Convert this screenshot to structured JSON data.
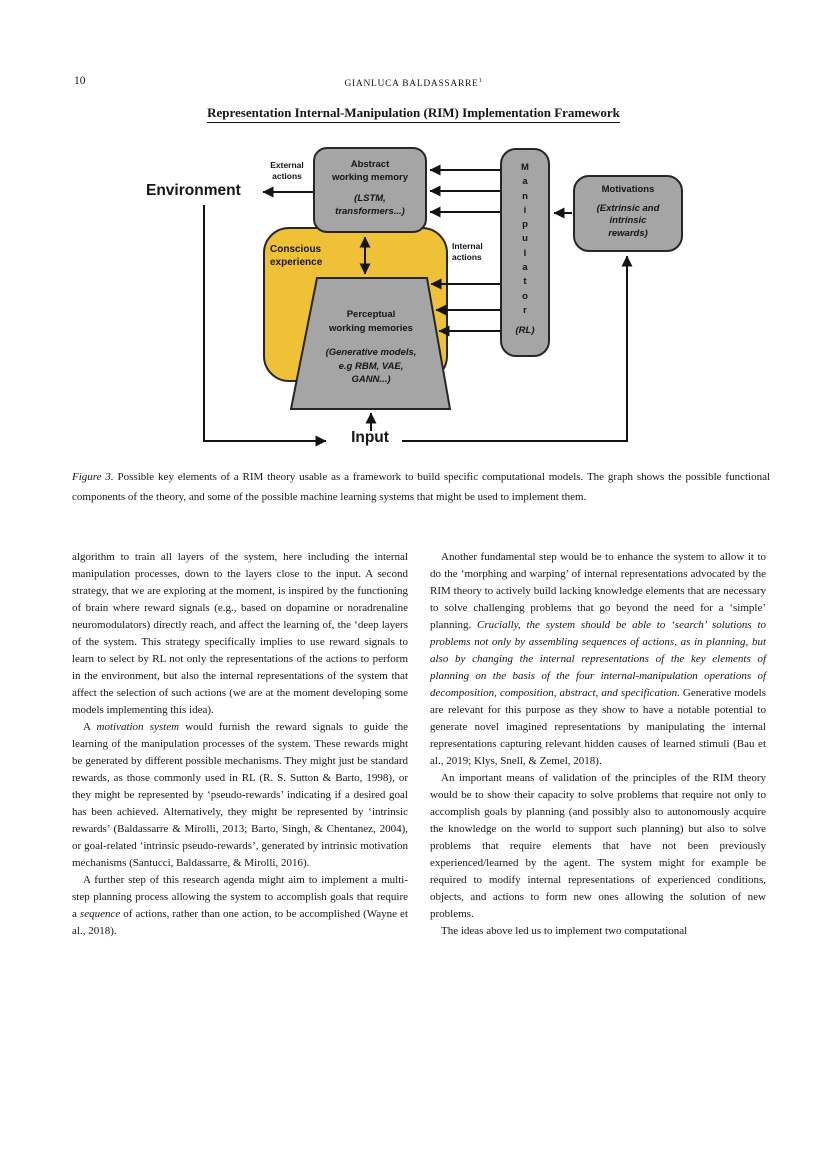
{
  "colors": {
    "box_gray": "#a5a5a5",
    "accent_yellow": "#efc137",
    "border_dark": "#262626",
    "arrow_ink": "#141414"
  },
  "page": {
    "page_number": "10",
    "running_head": "GIANLUCA BALDASSARRE",
    "running_head_superscript": "1"
  },
  "figure": {
    "title": "Representation Internal-Manipulation (RIM) Implementation Framework",
    "diagram": {
      "environment_label": "Environment",
      "input_label": "Input",
      "external_actions_label": "External\nactions",
      "internal_actions_label": "Internal\nactions",
      "conscious_label": "Conscious\nexperience",
      "abstract_wm": {
        "title": "Abstract\nworking memory",
        "subtitle": "(LSTM,\ntransformers...)"
      },
      "perceptual_wm": {
        "title": "Perceptual\nworking memories",
        "subtitle": "(Generative models,\ne.g RBM, VAE,\nGANN...)"
      },
      "manipulator": {
        "letters": "M\na\nn\ni\np\nu\nl\na\nt\no\nr",
        "subtitle": "(RL)"
      },
      "motivations": {
        "title": "Motivations",
        "subtitle": "(Extrinsic and\nintrinsic\nrewards)"
      }
    },
    "caption_runs": [
      {
        "t": "Figure 3.",
        "i": true
      },
      {
        "t": "  Possible key elements of a RIM theory usable as a framework to build specific computational models.  The graph shows the possible functional components of the theory, and some of the possible machine learning systems that might be used to implement them."
      }
    ]
  },
  "body": {
    "left_column": {
      "p1_runs": [
        {
          "t": "algorithm to train all layers of the system, here including the internal manipulation processes, down to the layers close to the input.  A second strategy, that we are exploring at the moment, is inspired by the functioning of brain where reward signals (e.g., based on dopamine or noradrenaline neuromodulators) directly reach, and affect the learning of, the ‘deep layers of the system. This strategy specifically implies to use reward signals to learn to select by RL not only the representations of the actions to perform in the environment, but also the internal representations of the system that affect the selection of such actions (we are at the moment developing some models implementing this idea)."
        }
      ],
      "p2_runs": [
        {
          "t": "A "
        },
        {
          "t": "motivation system",
          "i": true
        },
        {
          "t": " would furnish the reward signals to guide the learning of the manipulation processes of the system.  These rewards might be generated by different possible mechanisms.  They might just be standard rewards, as those commonly used in RL (R. S. Sutton & Barto, 1998), or they might be represented by ‘pseudo-rewards’ indicating if a desired goal has been achieved.  Alternatively, they might be represented by ‘intrinsic rewards’ (Baldassarre & Mirolli, 2013; Barto, Singh, & Chentanez, 2004), or goal-related ‘intrinsic pseudo-rewards’, generated by intrinsic motivation mechanisms (Santucci, Baldassarre, & Mirolli, 2016)."
        }
      ],
      "p3_runs": [
        {
          "t": "A further step of this research agenda might aim to implement a multi-step planning process allowing the system to accomplish goals that require a "
        },
        {
          "t": "sequence",
          "i": true
        },
        {
          "t": " of actions, rather than one action, to be accomplished (Wayne et al., 2018)."
        }
      ]
    },
    "right_column": {
      "p1_runs": [
        {
          "t": "Another fundamental step would be to enhance the system to allow it to do the ‘morphing and warping’ of internal representations advocated by the RIM theory to actively build lacking knowledge elements that are necessary to solve challenging problems that go beyond the need for a ‘simple’ planning.  "
        },
        {
          "t": "Crucially, the system should be able to ‘search’ solutions to problems not only by assembling sequences of actions, as in planning, but also by changing the internal representations of the key elements of planning on the basis of the four internal-manipulation operations of decomposition, composition, abstract, and specification.",
          "i": true
        },
        {
          "t": "  Generative models are relevant for this purpose as they show to have a notable potential to generate novel imagined representations by manipulating the internal representations capturing relevant hidden causes of learned stimuli (Bau et al., 2019; Klys, Snell, & Zemel, 2018)."
        }
      ],
      "p2_runs": [
        {
          "t": "An important means of validation of the principles of the RIM theory would be to show their capacity to solve problems that require not only to accomplish goals by planning (and possibly also to autonomously acquire the knowledge on the world to support such planning) but also to solve problems that require elements that have not been previously experienced/learned by the agent.  The system might for example be required to modify internal representations of experienced conditions, objects, and actions to form new ones allowing the solution of new problems."
        }
      ],
      "p3_runs": [
        {
          "t": "The ideas above led us to implement two computational"
        }
      ]
    }
  }
}
